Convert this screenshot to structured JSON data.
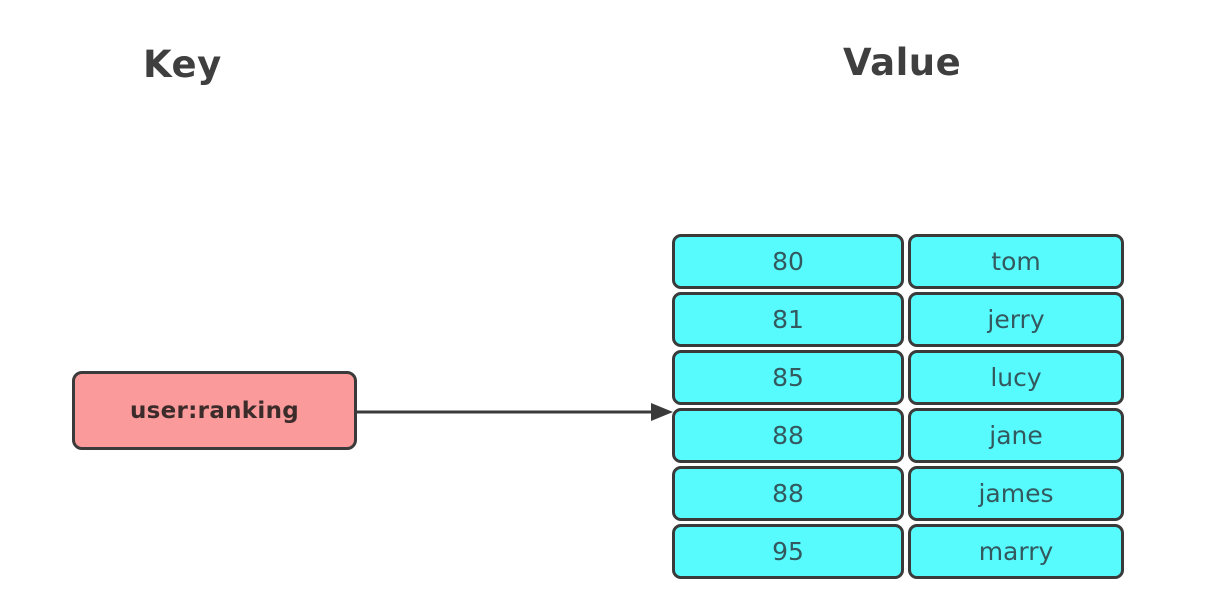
{
  "diagram": {
    "key_heading": "Key",
    "value_heading": "Value",
    "key_box": {
      "label": "user:ranking"
    },
    "entries": [
      {
        "score": "80",
        "member": "tom"
      },
      {
        "score": "81",
        "member": "jerry"
      },
      {
        "score": "85",
        "member": "lucy"
      },
      {
        "score": "88",
        "member": "jane"
      },
      {
        "score": "88",
        "member": "james"
      },
      {
        "score": "95",
        "member": "marry"
      }
    ],
    "colors": {
      "key_fill": "#FA9A9A",
      "cell_fill": "#57FBFD",
      "border": "#3A3A3A",
      "cell_text": "#33595F",
      "key_text": "#3B2B2B",
      "heading_text": "#3F3F3F",
      "arrow": "#3A3A3A"
    }
  }
}
